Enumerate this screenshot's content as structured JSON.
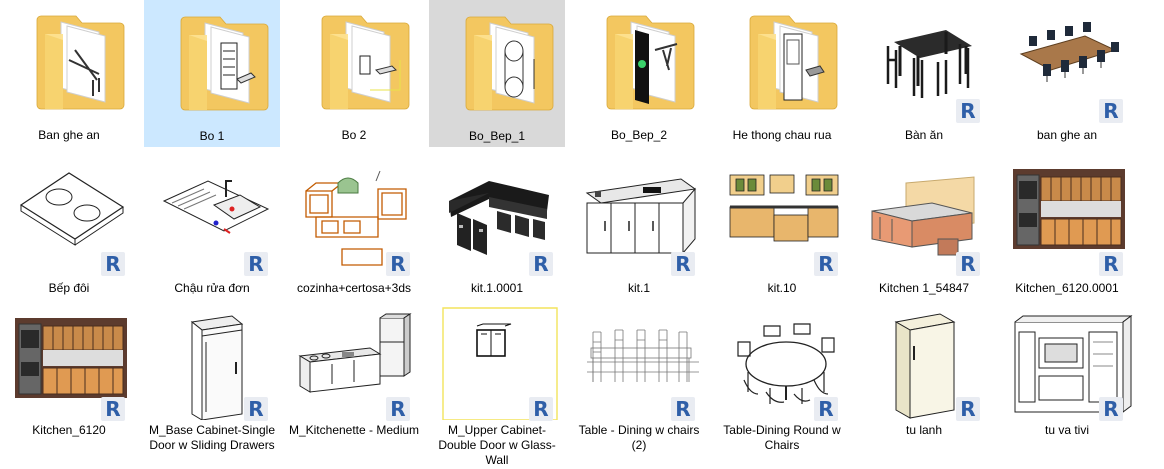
{
  "explorer_view": {
    "view_mode": "large-icons",
    "colors": {
      "folder_back": "#f3c760",
      "folder_front": "#fde18f",
      "selected_bg": "#cce8ff",
      "hover_bg": "#d9d9d9",
      "revit_badge": "#2f5fa8"
    },
    "items": [
      {
        "label": "Ban ghe an",
        "kind": "folder",
        "icon": "folder-icon",
        "state": "normal"
      },
      {
        "label": "Bo 1",
        "kind": "folder",
        "icon": "folder-icon",
        "state": "selected"
      },
      {
        "label": "Bo 2",
        "kind": "folder",
        "icon": "folder-icon",
        "state": "normal"
      },
      {
        "label": "Bo_Bep_1",
        "kind": "folder",
        "icon": "folder-icon",
        "state": "hover"
      },
      {
        "label": "Bo_Bep_2",
        "kind": "folder",
        "icon": "folder-icon",
        "state": "normal"
      },
      {
        "label": "He thong chau rua",
        "kind": "folder",
        "icon": "folder-icon",
        "state": "normal"
      },
      {
        "label": "Bàn ăn",
        "kind": "revit-family",
        "icon": "dining-table-thumbnail",
        "badge": "R",
        "state": "normal"
      },
      {
        "label": "ban ghe an",
        "kind": "revit-family",
        "icon": "conference-table-thumbnail",
        "badge": "R",
        "state": "normal"
      },
      {
        "label": "Bếp đôi",
        "kind": "revit-family",
        "icon": "double-cooktop-thumbnail",
        "badge": "R",
        "state": "normal"
      },
      {
        "label": "Chậu rửa đơn",
        "kind": "revit-family",
        "icon": "single-sink-thumbnail",
        "badge": "R",
        "state": "normal"
      },
      {
        "label": "cozinha+certosa+3ds",
        "kind": "revit-family",
        "icon": "kitchen-set-thumbnail",
        "badge": "R",
        "state": "normal"
      },
      {
        "label": "kit.1.0001",
        "kind": "revit-family",
        "icon": "l-kitchen-dark-thumbnail",
        "badge": "R",
        "state": "normal"
      },
      {
        "label": "kit.1",
        "kind": "revit-family",
        "icon": "kitchen-counter-thumbnail",
        "badge": "R",
        "state": "normal"
      },
      {
        "label": "kit.10",
        "kind": "revit-family",
        "icon": "u-kitchen-thumbnail",
        "badge": "R",
        "state": "normal"
      },
      {
        "label": "Kitchen 1_54847",
        "kind": "revit-family",
        "icon": "kitchen-island-thumbnail",
        "badge": "R",
        "state": "normal"
      },
      {
        "label": "Kitchen_6120.0001",
        "kind": "revit-family",
        "icon": "kitchen-wall-thumbnail",
        "badge": "R",
        "state": "normal"
      },
      {
        "label": "Kitchen_6120",
        "kind": "revit-family",
        "icon": "kitchen-wall-thumbnail",
        "badge": "R",
        "state": "normal"
      },
      {
        "label": "M_Base Cabinet-Single Door w Sliding Drawers",
        "kind": "revit-family",
        "icon": "base-cabinet-thumbnail",
        "badge": "R",
        "state": "normal"
      },
      {
        "label": "M_Kitchenette - Medium",
        "kind": "revit-family",
        "icon": "kitchenette-thumbnail",
        "badge": "R",
        "state": "normal"
      },
      {
        "label": "M_Upper Cabinet-Double Door w Glass-Wall",
        "kind": "revit-family",
        "icon": "upper-cabinet-thumbnail",
        "badge": "R",
        "state": "normal"
      },
      {
        "label": "Table - Dining w chairs (2)",
        "kind": "revit-family",
        "icon": "dining-chairs-thumbnail",
        "badge": "R",
        "state": "normal"
      },
      {
        "label": "Table-Dining Round w Chairs",
        "kind": "revit-family",
        "icon": "round-table-thumbnail",
        "badge": "R",
        "state": "normal"
      },
      {
        "label": "tu lanh",
        "kind": "revit-family",
        "icon": "refrigerator-thumbnail",
        "badge": "R",
        "state": "normal"
      },
      {
        "label": "tu va tivi",
        "kind": "revit-family",
        "icon": "tv-cabinet-thumbnail",
        "badge": "R",
        "state": "normal"
      }
    ]
  }
}
